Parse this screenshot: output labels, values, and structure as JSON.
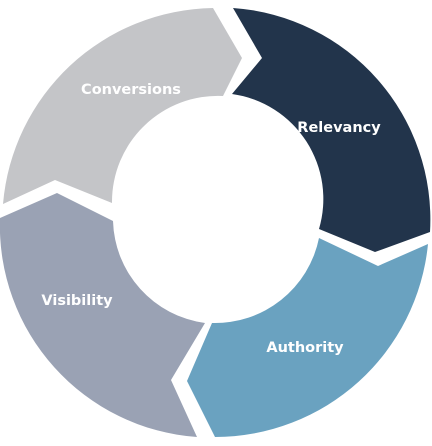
{
  "diagram": {
    "segments": [
      {
        "id": "conversions",
        "label": "Conversions",
        "color": "#c4c5c8"
      },
      {
        "id": "relevancy",
        "label": "Relevancy",
        "color": "#22344b"
      },
      {
        "id": "authority",
        "label": "Authority",
        "color": "#6aa2c0"
      },
      {
        "id": "visibility",
        "label": "Visibility",
        "color": "#9aa2b4"
      }
    ]
  }
}
